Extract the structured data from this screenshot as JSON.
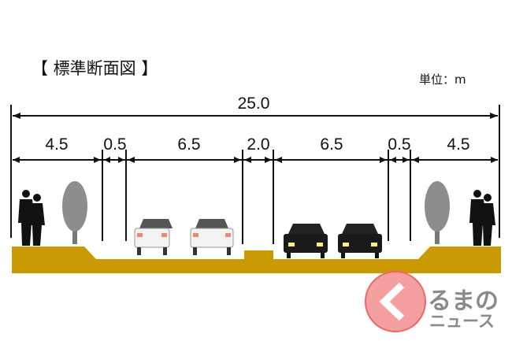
{
  "title": "【 標準断面図 】",
  "unit_label": "単位：m",
  "total_width": "25.0",
  "segments": [
    "4.5",
    "0.5",
    "6.5",
    "2.0",
    "6.5",
    "0.5",
    "4.5"
  ],
  "colors": {
    "ground": "#C99A02",
    "line": "#111111",
    "logo_red": "#F08080"
  },
  "logo": {
    "line1": "るまの",
    "line2": "ニュース"
  }
}
